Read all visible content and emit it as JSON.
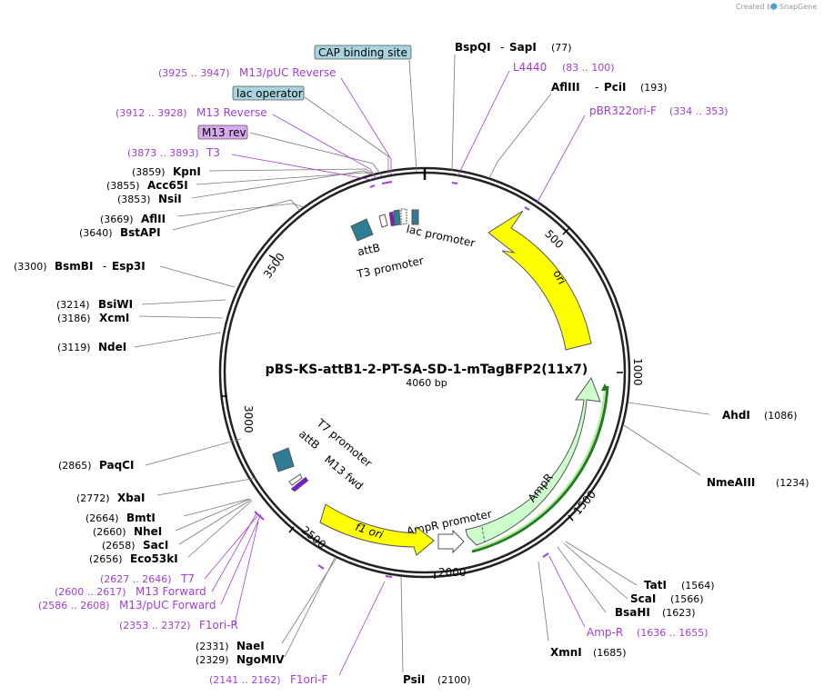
{
  "credit": {
    "prefix": "Created by",
    "brand": "SnapGene"
  },
  "plasmid": {
    "name": "pBS-KS-attB1-2-PT-SA-SD-1-mTagBFP2(11x7)",
    "length": "4060 bp"
  },
  "ticks": [
    "500",
    "1000",
    "1500",
    "2000",
    "2500",
    "3000",
    "3500",
    "1000"
  ],
  "features": {
    "ori": "ori",
    "ampr": "AmpR",
    "ampr_promoter": "AmpR promoter",
    "f1_ori": "f1 ori",
    "lac_promoter": "lac promoter",
    "t3_promoter": "T3 promoter",
    "attb_top": "attB",
    "t7_promoter": "T7 promoter",
    "attb_bottom": "attB",
    "m13_fwd": "M13 fwd"
  },
  "boxed": {
    "cap": "CAP binding site",
    "lac": "lac operator",
    "m13rev": "M13 rev"
  },
  "sites": [
    {
      "name": "BspQI",
      "name2": "SapI",
      "pos": "(77)"
    },
    {
      "name": "AflIII",
      "name2": "PciI",
      "pos": "(193)"
    },
    {
      "name": "AhdI",
      "pos": "(1086)"
    },
    {
      "name": "NmeAIII",
      "pos": "(1234)"
    },
    {
      "name": "TatI",
      "pos": "(1564)"
    },
    {
      "name": "ScaI",
      "pos": "(1566)"
    },
    {
      "name": "BsaHI",
      "pos": "(1623)"
    },
    {
      "name": "XmnI",
      "pos": "(1685)"
    },
    {
      "name": "PsiI",
      "pos": "(2100)"
    },
    {
      "name": "NaeI",
      "pos": "(2331)"
    },
    {
      "name": "NgoMIV",
      "pos": "(2329)"
    },
    {
      "name": "Eco53kI",
      "pos": "(2656)"
    },
    {
      "name": "SacI",
      "pos": "(2658)"
    },
    {
      "name": "NheI",
      "pos": "(2660)"
    },
    {
      "name": "BmtI",
      "pos": "(2664)"
    },
    {
      "name": "XbaI",
      "pos": "(2772)"
    },
    {
      "name": "PaqCI",
      "pos": "(2865)"
    },
    {
      "name": "NdeI",
      "pos": "(3119)"
    },
    {
      "name": "XcmI",
      "pos": "(3186)"
    },
    {
      "name": "BsiWI",
      "pos": "(3214)"
    },
    {
      "name": "BsmBI",
      "name2": "Esp3I",
      "pos": "(3300)"
    },
    {
      "name": "BstAPI",
      "pos": "(3640)"
    },
    {
      "name": "AflII",
      "pos": "(3669)"
    },
    {
      "name": "NsiI",
      "pos": "(3853)"
    },
    {
      "name": "Acc65I",
      "pos": "(3855)"
    },
    {
      "name": "KpnI",
      "pos": "(3859)"
    }
  ],
  "primers": [
    {
      "name": "L4440",
      "range": "(83 .. 100)"
    },
    {
      "name": "pBR322ori-F",
      "range": "(334 .. 353)"
    },
    {
      "name": "Amp-R",
      "range": "(1636 .. 1655)"
    },
    {
      "name": "F1ori-F",
      "range": "(2141 .. 2162)"
    },
    {
      "name": "F1ori-R",
      "range": "(2353 .. 2372)"
    },
    {
      "name": "M13/pUC Forward",
      "range": "(2586 .. 2608)"
    },
    {
      "name": "M13 Forward",
      "range": "(2600 .. 2617)"
    },
    {
      "name": "T7",
      "range": "(2627 .. 2646)"
    },
    {
      "name": "T3",
      "range": "(3873 .. 3893)"
    },
    {
      "name": "M13 Reverse",
      "range": "(3912 .. 3928)"
    },
    {
      "name": "M13/pUC Reverse",
      "range": "(3925 .. 3947)"
    }
  ],
  "colors": {
    "ori": "#ffff00",
    "ampr": "#ccffcc",
    "primer": "#a53cd9",
    "attb": "#2e7d94",
    "box_blue": "#a9d3df",
    "box_purple": "#d9a9ee"
  }
}
